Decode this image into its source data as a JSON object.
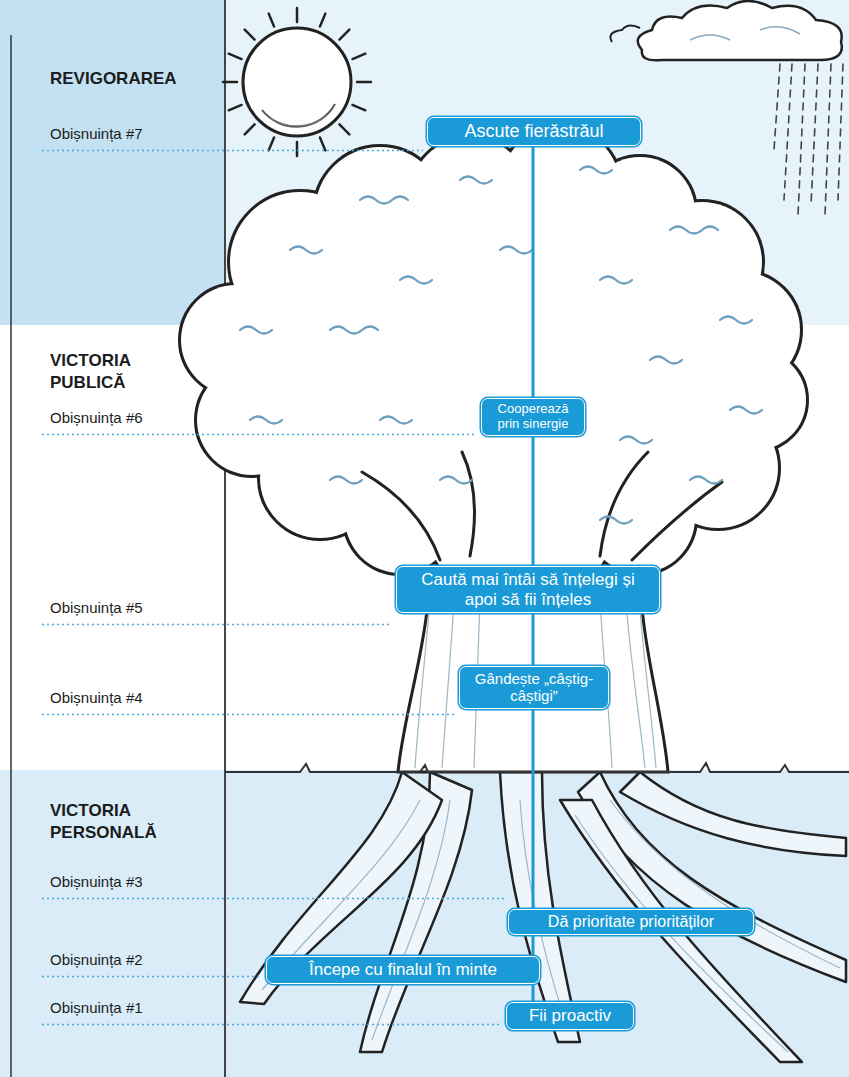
{
  "diagram": {
    "nodes": [
      {
        "text": [
          "Ascute fierăstrăul"
        ]
      },
      {
        "text": [
          "Cooperează prin sinergie"
        ]
      },
      {
        "text": [
          "Caută mai întâi să înțelegi și apoi să fii înțeles"
        ]
      },
      {
        "text": [
          "Gândește „câștig-câștigi”"
        ]
      },
      {
        "text": [
          "Dă prioritate priorităților"
        ]
      },
      {
        "text": [
          "Începe cu finalul în minte"
        ]
      },
      {
        "text": [
          "Fii proactiv"
        ]
      }
    ],
    "edges": [
      {
        "from": 0,
        "to": 1,
        "arrow": "none"
      },
      {
        "from": 1,
        "to": 2,
        "arrow": "none"
      },
      {
        "from": 2,
        "to": 3,
        "arrow": "none"
      },
      {
        "from": 3,
        "to": 4,
        "arrow": "none"
      },
      {
        "from": 4,
        "to": 5,
        "arrow": "none"
      },
      {
        "from": 5,
        "to": 6,
        "arrow": "none"
      }
    ],
    "labels": [
      "REVIGORAREA",
      "Obișnuința #7",
      "VICTORIA PUBLICĂ",
      "Obișnuința #6",
      "Obișnuința #5",
      "Obișnuința #4",
      "VICTORIA PERSONALĂ",
      "Obișnuința #3",
      "Obișnuința #2",
      "Obișnuința #1"
    ]
  }
}
